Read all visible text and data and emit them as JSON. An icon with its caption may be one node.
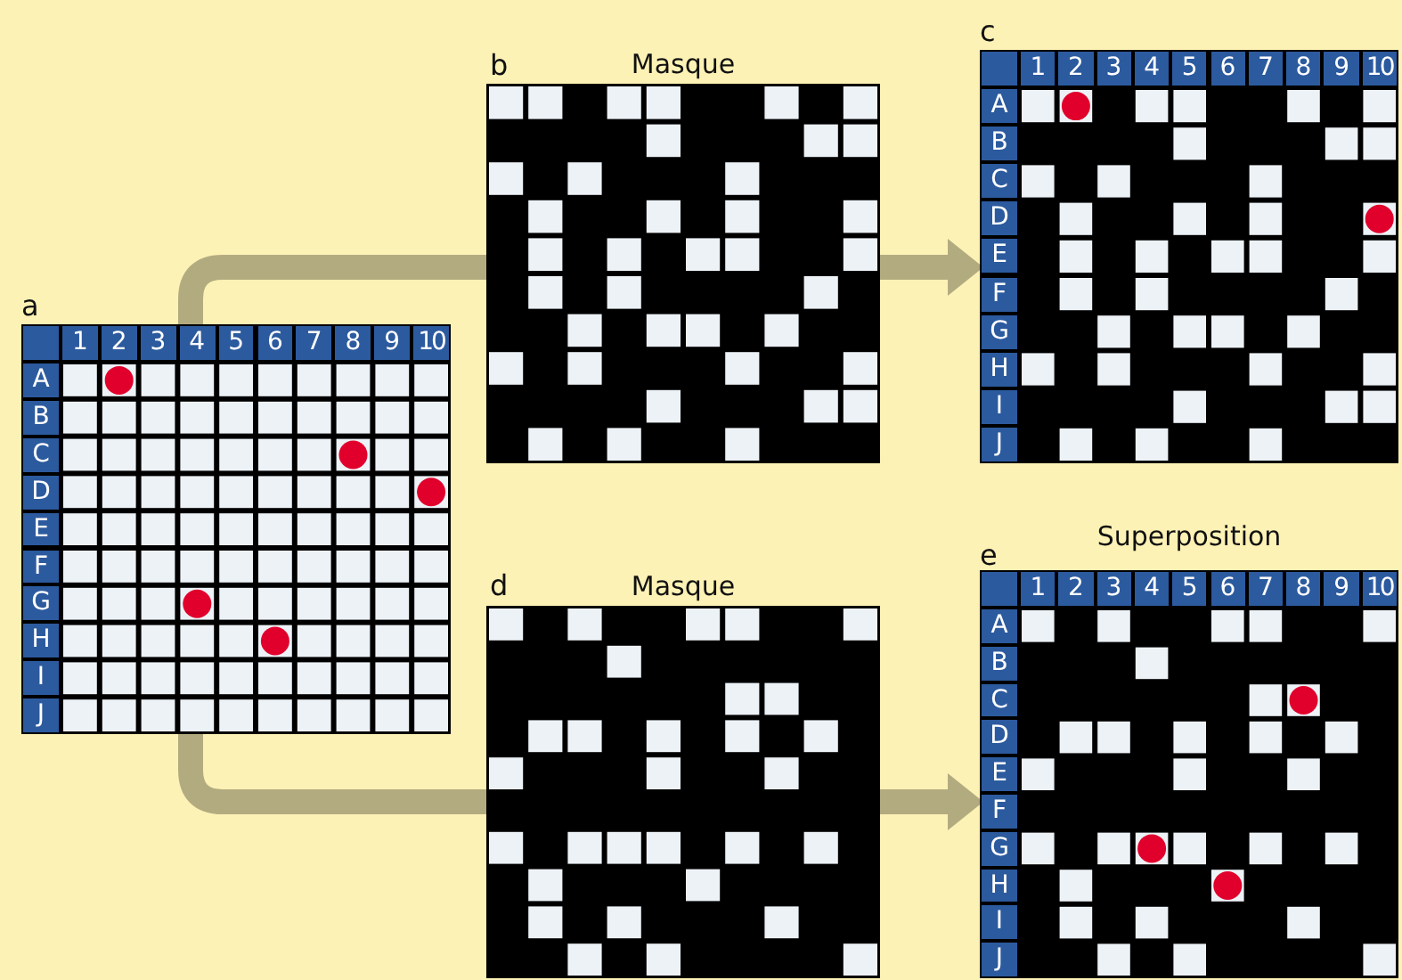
{
  "diagram": {
    "nodes": [
      {
        "text": [
          "a",
          "1",
          "2",
          "3",
          "4",
          "5",
          "6",
          "7",
          "8",
          "9",
          "10",
          "A",
          "B",
          "C",
          "D",
          "E",
          "F",
          "G",
          "H",
          "I",
          "J"
        ]
      },
      {
        "text": [
          "b",
          "Masque"
        ]
      },
      {
        "text": [
          "c",
          "1",
          "2",
          "3",
          "4",
          "5",
          "6",
          "7",
          "8",
          "9",
          "10",
          "A",
          "B",
          "C",
          "D",
          "E",
          "F",
          "G",
          "H",
          "I",
          "J"
        ]
      },
      {
        "text": [
          "d",
          "Masque"
        ]
      },
      {
        "text": [
          "e",
          "Superposition",
          "1",
          "2",
          "3",
          "4",
          "5",
          "6",
          "7",
          "8",
          "9",
          "10",
          "A",
          "B",
          "C",
          "D",
          "E",
          "F",
          "G",
          "H",
          "I",
          "J"
        ]
      }
    ],
    "edges": [
      {
        "from": 0,
        "to": 1,
        "arrow": "none"
      },
      {
        "from": 1,
        "to": 2,
        "arrow": "to"
      },
      {
        "from": 0,
        "to": 3,
        "arrow": "none"
      },
      {
        "from": 3,
        "to": 4,
        "arrow": "to"
      }
    ]
  }
}
